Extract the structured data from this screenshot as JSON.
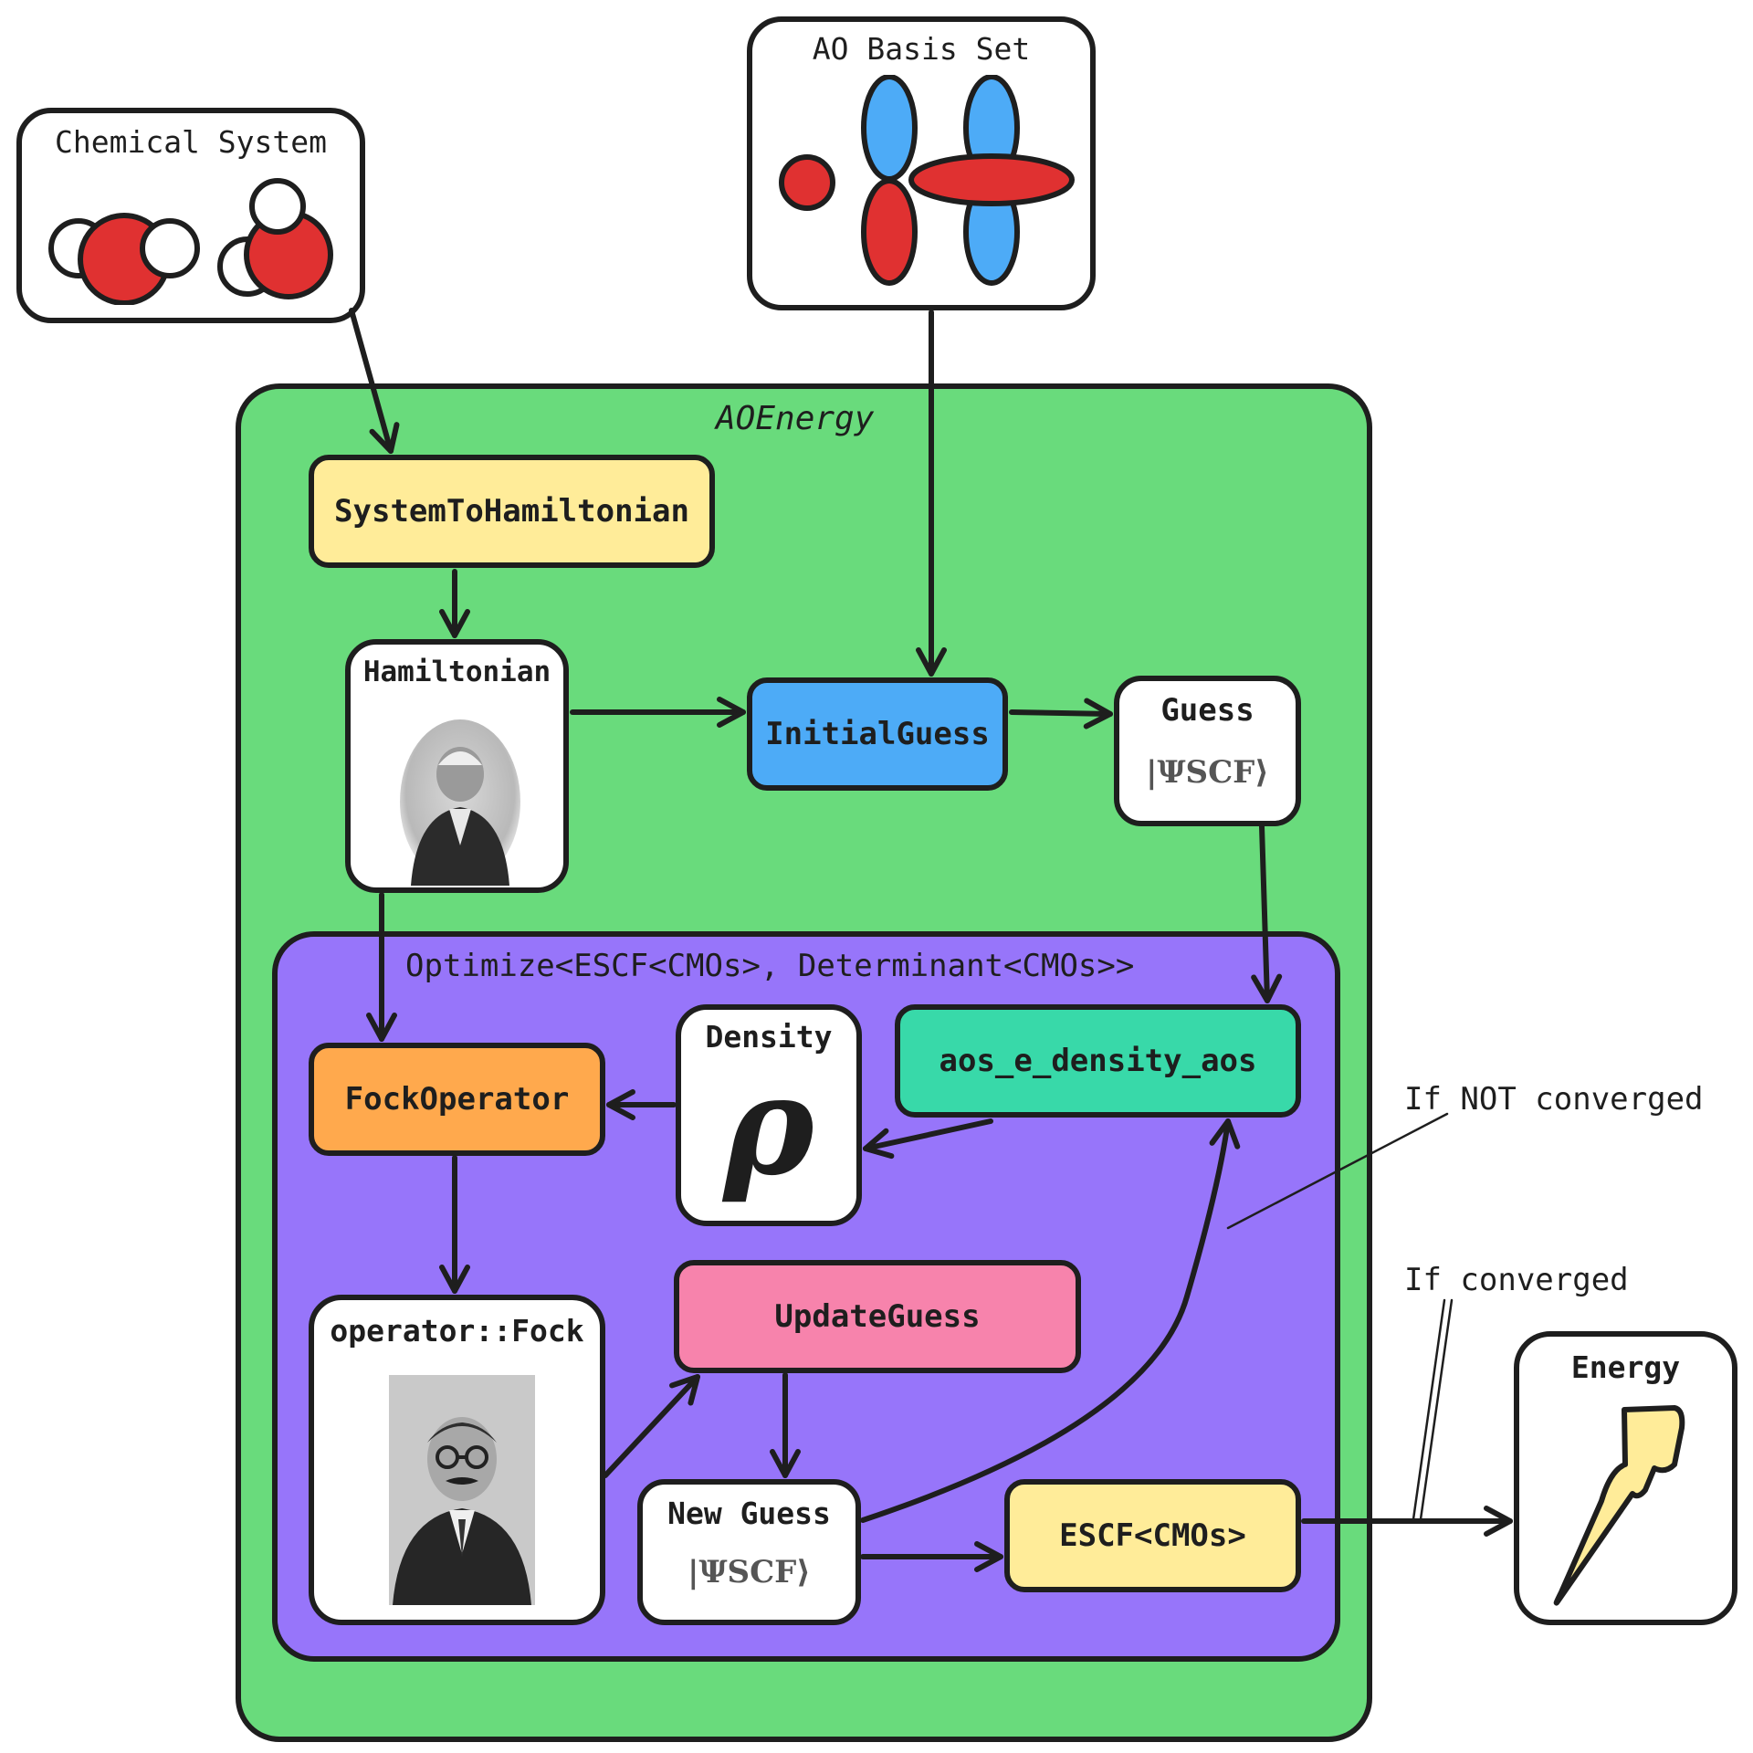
{
  "inputs": {
    "chemical_system": "Chemical System",
    "ao_basis_set": "AO Basis Set"
  },
  "aoenergy": {
    "title": "AOEnergy",
    "system_to_hamiltonian": "SystemToHamiltonian",
    "hamiltonian": "Hamiltonian",
    "initial_guess": "InitialGuess",
    "guess": "Guess",
    "guess_symbol": "|ΨSCF⟩"
  },
  "optimize": {
    "title": "Optimize<ESCF<CMOs>, Determinant<CMOs>>",
    "fock_operator": "FockOperator",
    "density": "Density",
    "density_symbol": "ρ",
    "density_module": "aos_e_density_aos",
    "fock": "operator::Fock",
    "update_guess": "UpdateGuess",
    "new_guess": "New Guess",
    "new_guess_symbol": "|ΨSCF⟩",
    "escf": "ESCF<CMOs>"
  },
  "annotations": {
    "not_converged": "If NOT converged",
    "converged": "If converged"
  },
  "output": {
    "energy": "Energy"
  },
  "colors": {
    "green": "#69db7c",
    "purple": "#9775fa",
    "yellow": "#ffec99",
    "blue": "#4dabf7",
    "orange": "#ffa94d",
    "teal": "#38d9a9",
    "pink": "#f783ac",
    "red": "#e03131"
  },
  "icons": {
    "molecules": "water-molecules-icon",
    "orbitals": "atomic-orbitals-icon",
    "energy": "lightning-bolt-icon"
  }
}
